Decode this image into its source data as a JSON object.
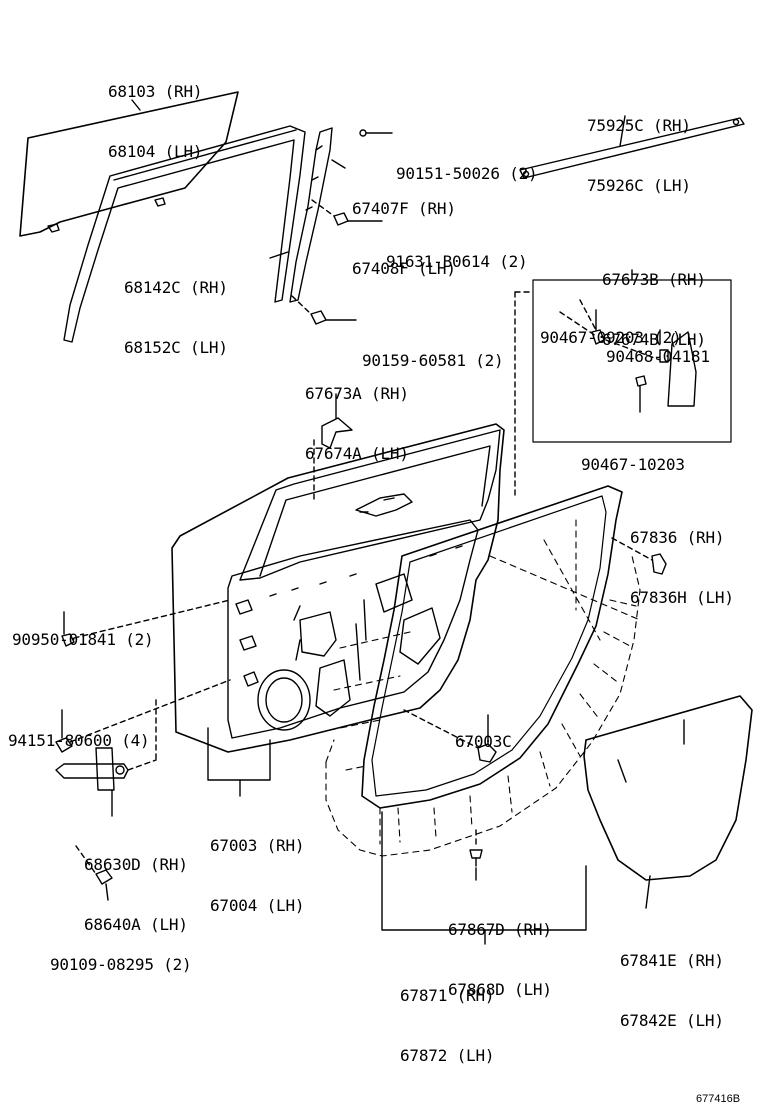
{
  "diagram_code": "677416B",
  "labels": {
    "glass": [
      "68103 (RH)",
      "68104 (LH)"
    ],
    "outside_molding": [
      "75925C (RH)",
      "75926C (LH)"
    ],
    "bolt_90151": "90151-50026 (2)",
    "run_channel": [
      "67407F (RH)",
      "67408F (LH)"
    ],
    "bolt_91631": "91631-B0614 (2)",
    "glass_run": [
      "68142C (RH)",
      "68152C (LH)"
    ],
    "garnish_b": [
      "67673B (RH)",
      "67674B (LH)"
    ],
    "clip_90467_09203": "90467-09203 (2)",
    "clip_90468": "90468-04181",
    "bolt_90159": "90159-60581 (2)",
    "clip_90467_10203": "90467-10203",
    "garnish_a": [
      "67673A (RH)",
      "67674A (LH)"
    ],
    "seal_67836": [
      "67836 (RH)",
      "67836H (LH)"
    ],
    "plug_90950": "90950-01841 (2)",
    "bolt_94151": "94151-80600 (4)",
    "hole_cover": "67003C",
    "door_panel": [
      "67003 (RH)",
      "67004 (LH)"
    ],
    "door_check": [
      "68630D (RH)",
      "68640A (LH)"
    ],
    "clip_67867": [
      "67867D (RH)",
      "67868D (LH)"
    ],
    "service_cover": [
      "67841E (RH)",
      "67842E (LH)"
    ],
    "bolt_90109": "90109-08295 (2)",
    "weatherstrip": [
      "67871 (RH)",
      "67872 (LH)"
    ]
  }
}
